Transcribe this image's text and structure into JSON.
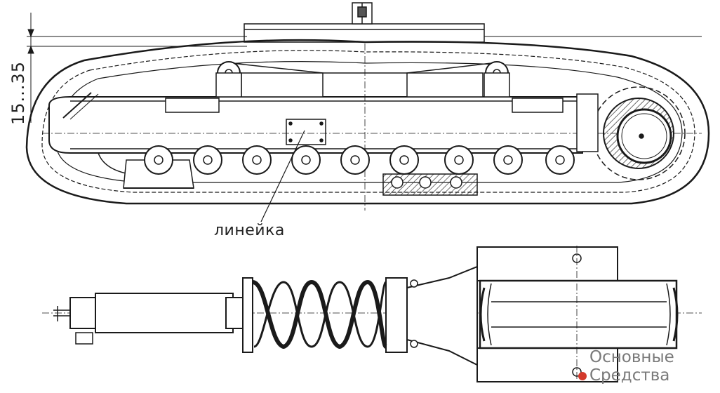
{
  "labels": {
    "dimension": "15...35",
    "callout": "линейка"
  },
  "watermark": {
    "line1": "Основные",
    "line2": "Средства",
    "dot_color": "#d33a2c"
  },
  "colors": {
    "ink": "#1a1a1a",
    "light": "#444444"
  }
}
